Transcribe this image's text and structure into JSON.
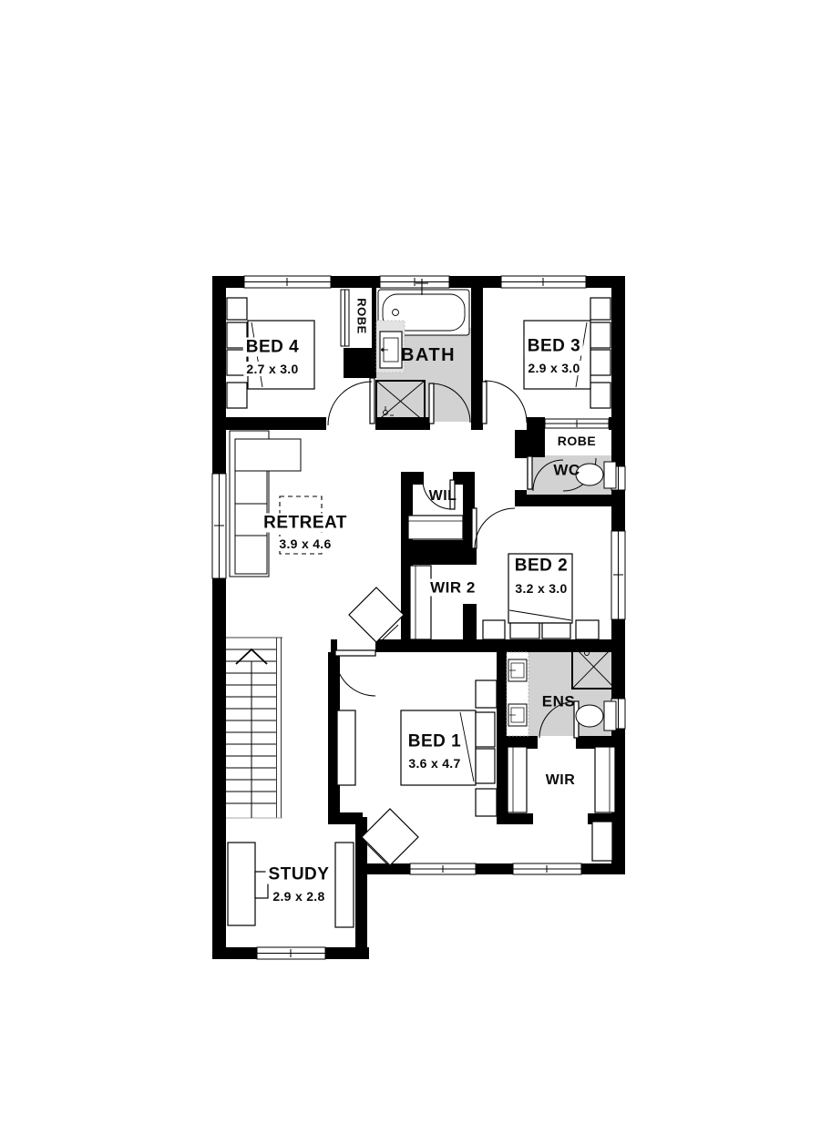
{
  "plan": {
    "colors": {
      "wall": "#000000",
      "wet_floor": "#d2d2d2",
      "background": "#ffffff",
      "line": "#000000"
    },
    "rooms": [
      {
        "id": "bed4",
        "label": "BED 4",
        "dims": "2.7 x 3.0"
      },
      {
        "id": "robe-bed4",
        "label": "ROBE"
      },
      {
        "id": "bath",
        "label": "BATH"
      },
      {
        "id": "bed3",
        "label": "BED 3",
        "dims": "2.9 x 3.0"
      },
      {
        "id": "robe-bed3",
        "label": "ROBE"
      },
      {
        "id": "wc",
        "label": "WC"
      },
      {
        "id": "retreat",
        "label": "RETREAT",
        "dims": "3.9 x 4.6"
      },
      {
        "id": "wil",
        "label": "WIL"
      },
      {
        "id": "wir2",
        "label": "WIR 2"
      },
      {
        "id": "bed2",
        "label": "BED 2",
        "dims": "3.2 x 3.0"
      },
      {
        "id": "ens",
        "label": "ENS"
      },
      {
        "id": "bed1",
        "label": "BED 1",
        "dims": "3.6 x 4.7"
      },
      {
        "id": "wir",
        "label": "WIR"
      },
      {
        "id": "study",
        "label": "STUDY",
        "dims": "2.9 x 2.8"
      }
    ]
  }
}
